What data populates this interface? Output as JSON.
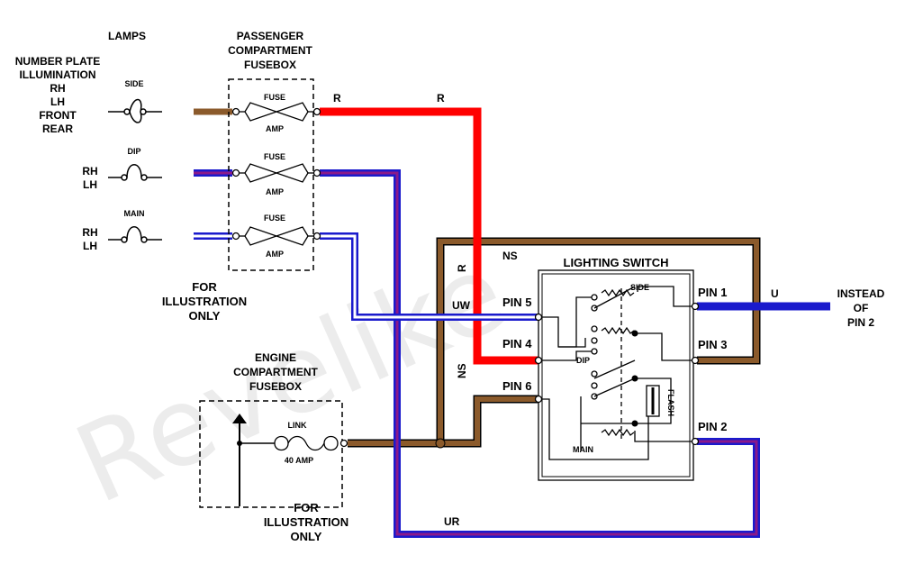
{
  "watermark": "Revelike",
  "headers": {
    "lamps": "LAMPS",
    "passenger_fusebox": [
      "PASSENGER",
      "COMPARTMENT",
      "FUSEBOX"
    ],
    "engine_fusebox": [
      "ENGINE",
      "COMPARTMENT",
      "FUSEBOX"
    ],
    "lighting_switch": "LIGHTING SWITCH"
  },
  "lamp_groups": {
    "number_plate_lines": [
      "NUMBER PLATE",
      "ILLUMINATION",
      "RH",
      "LH",
      "FRONT",
      "REAR"
    ],
    "side": "SIDE",
    "dip": "DIP",
    "main": "MAIN",
    "dip_sides": [
      "RH",
      "LH"
    ],
    "main_sides": [
      "RH",
      "LH"
    ]
  },
  "fuses": [
    {
      "label": "FUSE",
      "rating": "AMP"
    },
    {
      "label": "FUSE",
      "rating": "AMP"
    },
    {
      "label": "FUSE",
      "rating": "AMP"
    }
  ],
  "link": {
    "label": "LINK",
    "rating": "40 AMP"
  },
  "illustration_note_1": [
    "FOR",
    "ILLUSTRATION",
    "ONLY"
  ],
  "illustration_note_2": [
    "FOR",
    "ILLUSTRATION",
    "ONLY"
  ],
  "wire_codes": {
    "r_top_1": "R",
    "r_top_2": "R",
    "r_vertical": "R",
    "ns_top": "NS",
    "ns_left": "NS",
    "uw": "UW",
    "ur": "UR",
    "u": "U"
  },
  "pins": {
    "pin1": "PIN 1",
    "pin2": "PIN 2",
    "pin3": "PIN 3",
    "pin4": "PIN 4",
    "pin5": "PIN 5",
    "pin6": "PIN 6"
  },
  "switch_internal": {
    "side": "SIDE",
    "dip": "DIP",
    "main": "MAIN",
    "flash": "FLASH"
  },
  "instead_note": [
    "INSTEAD",
    "OF",
    "PIN 2"
  ],
  "colors": {
    "red": "#ff0000",
    "brown": "#8b5a2b",
    "blue": "#1a1acc",
    "purple": "#5a1a9a",
    "black": "#000000"
  }
}
